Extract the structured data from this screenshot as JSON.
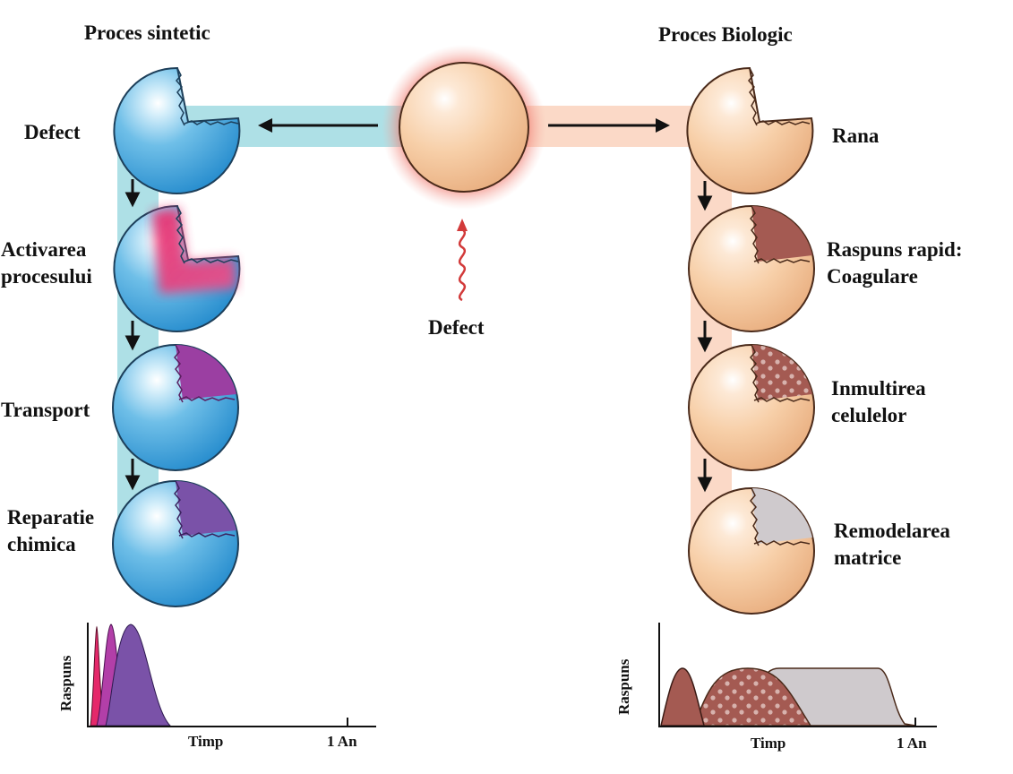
{
  "synthetic": {
    "title": "Proces   sintetic",
    "steps": [
      "Defect",
      "Activarea",
      "procesului",
      "Transport",
      "Reparatie",
      "chimica"
    ],
    "chart": {
      "ylabel": "Raspuns",
      "xlabel": "Timp",
      "end_label": "1 An"
    }
  },
  "biologic": {
    "title": "Proces   Biologic",
    "steps": [
      "Rana",
      "Raspuns rapid:",
      "Coagulare",
      "Inmultirea",
      "celulelor",
      "Remodelarea",
      "matrice"
    ],
    "chart": {
      "ylabel": "Raspuns",
      "xlabel": "Timp",
      "end_label": "1 An"
    }
  },
  "center": {
    "label": "Defect"
  },
  "colors": {
    "blue_band": "#aee0e6",
    "peach_band": "#fbd9c7",
    "blue_sphere": "#4aa9dc",
    "peach_sphere": "#f3c79c",
    "defect_glow": "#e8453c",
    "clot": "#a45a52",
    "transport": "#9b3fa2",
    "repair": "#7a52a8",
    "matrix": "#cfcacd",
    "activation": "#e5286a"
  }
}
